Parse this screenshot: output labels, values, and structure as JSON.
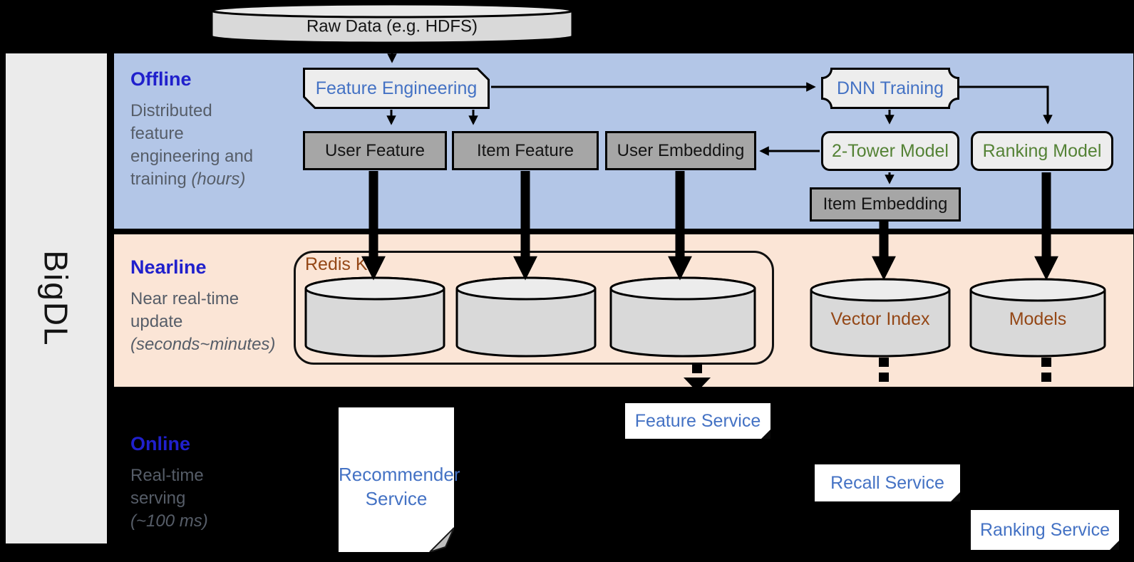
{
  "brand": {
    "label": "BigDL"
  },
  "raw_data": {
    "label": "Raw Data (e.g. HDFS)"
  },
  "sections": {
    "offline": {
      "title": "Offline",
      "line1": "Distributed",
      "line2": "feature",
      "line3": "engineering and",
      "line4": "training",
      "emphasis": "(hours)"
    },
    "nearline": {
      "title": "Nearline",
      "line1": "Near real-time",
      "line2": "update",
      "emphasis": "(seconds~minutes)"
    },
    "online": {
      "title": "Online",
      "line1": "Real-time",
      "line2": "serving",
      "emphasis": "(~100 ms)"
    }
  },
  "nodes": {
    "feature_engineering": "Feature Engineering",
    "user_feature": "User Feature",
    "item_feature": "Item Feature",
    "user_embedding": "User Embedding",
    "dnn_training": "DNN Training",
    "two_tower_model": "2-Tower Model",
    "ranking_model": "Ranking Model",
    "item_embedding": "Item Embedding",
    "redis_kv": "Redis KV",
    "vector_index": "Vector Index",
    "models": "Models",
    "recommender_service": "Recommender Service",
    "feature_service": "Feature Service",
    "recall_service": "Recall Service",
    "ranking_service": "Ranking Service"
  },
  "colors": {
    "background": "#000000",
    "offline_band": "#b3c6e7",
    "nearline_band": "#fbe5d6",
    "sidebar": "#ebebeb",
    "heading_blue": "#2020cc",
    "body_gray": "#565d68",
    "node_blue_text": "#4472c4",
    "node_green_text": "#548235",
    "node_brown_text": "#944716",
    "gray_box": "#a6a6a6",
    "light_box": "#ededed",
    "cylinder_body": "#d9d9d9"
  }
}
